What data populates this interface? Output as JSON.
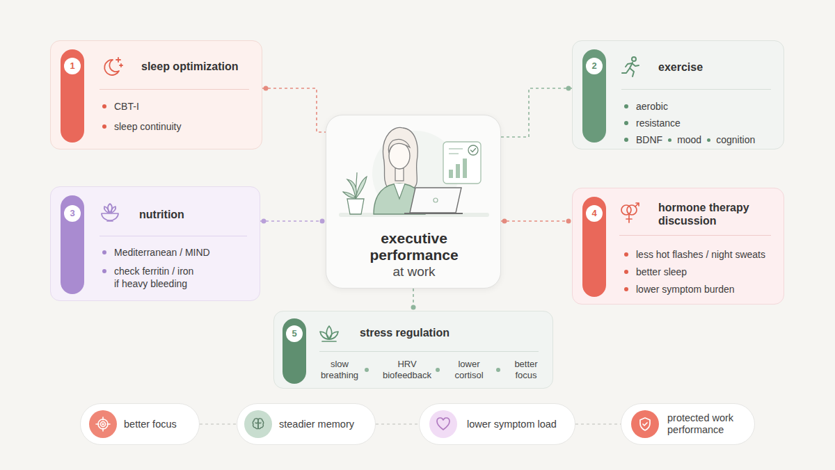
{
  "diagram": {
    "nodes": [
      {
        "text": [
          "1",
          "sleep optimization",
          "CBT-I",
          "sleep continuity"
        ]
      },
      {
        "text": [
          "2",
          "exercise",
          "aerobic",
          "resistance",
          "BDNF",
          "mood",
          "cognition"
        ]
      },
      {
        "text": [
          "executive performance",
          "at work"
        ]
      },
      {
        "text": [
          "3",
          "nutrition",
          "Mediterranean / MIND",
          "check ferritin / iron if heavy bleeding"
        ]
      },
      {
        "text": [
          "4",
          "hormone therapy discussion",
          "less hot flashes / night sweats",
          "better sleep",
          "lower symptom burden"
        ]
      },
      {
        "text": [
          "5",
          "stress regulation",
          "slow breathing",
          "HRV biofeedback",
          "lower cortisol",
          "better focus"
        ]
      },
      {
        "text": [
          "better focus"
        ]
      },
      {
        "text": [
          "steadier memory"
        ]
      },
      {
        "text": [
          "lower symptom load"
        ]
      },
      {
        "text": [
          "protected work performance"
        ]
      }
    ],
    "edges": [
      {
        "from": 0,
        "to": 2,
        "arrow": "none"
      },
      {
        "from": 2,
        "to": 1,
        "arrow": "none"
      },
      {
        "from": 3,
        "to": 2,
        "arrow": "none"
      },
      {
        "from": 2,
        "to": 4,
        "arrow": "none"
      },
      {
        "from": 2,
        "to": 5,
        "arrow": "none"
      },
      {
        "from": 6,
        "to": 7,
        "arrow": "none"
      },
      {
        "from": 7,
        "to": 8,
        "arrow": "none"
      },
      {
        "from": 8,
        "to": 9,
        "arrow": "none"
      }
    ]
  }
}
